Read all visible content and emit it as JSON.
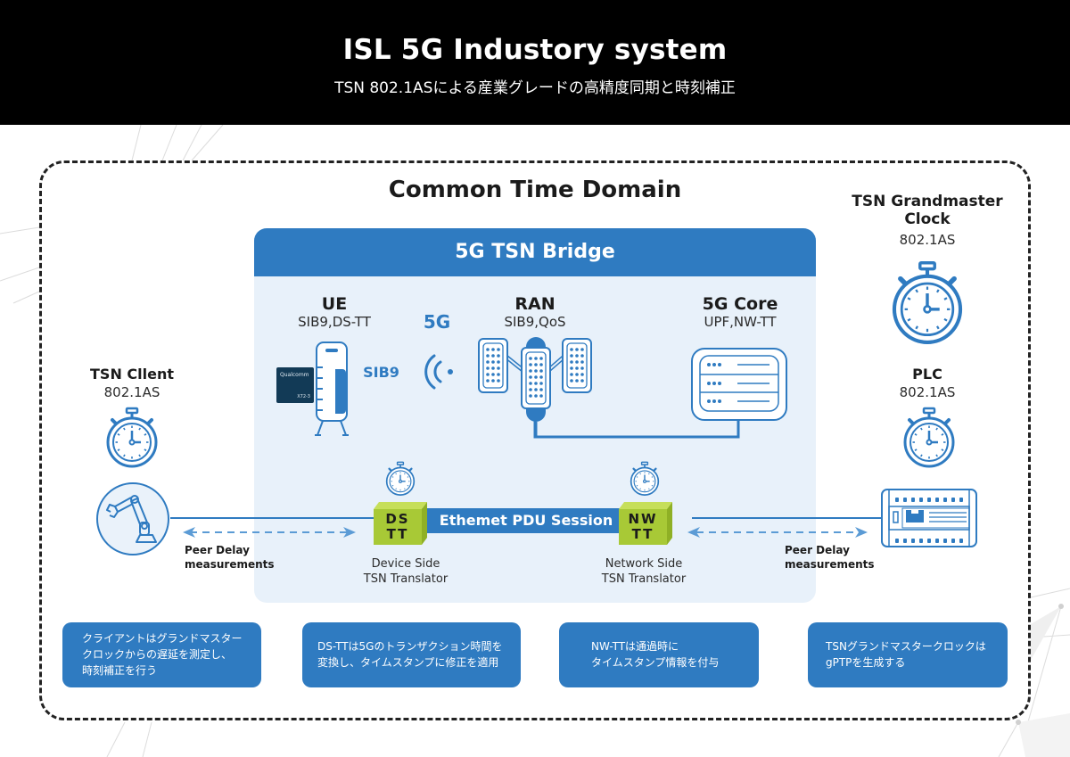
{
  "header": {
    "title": "ISL 5G Industory system",
    "subtitle": "TSN 802.1ASによる産業グレードの高精度同期と時刻補正"
  },
  "diagram": {
    "domain_title": "Common Time Domain",
    "bridge_title": "5G TSN Bridge",
    "ue": {
      "title": "UE",
      "subtitle": "SIB9,DS-TT",
      "chip_brand": "Qualcomm",
      "chip_model": "X72-3",
      "sib_label": "SIB9"
    },
    "radio_label": "5G",
    "ran": {
      "title": "RAN",
      "subtitle": "SIB9,QoS"
    },
    "core": {
      "title": "5G Core",
      "subtitle": "UPF,NW-TT"
    },
    "tsn_client": {
      "title": "TSN Cllent",
      "subtitle": "802.1AS"
    },
    "grandmaster": {
      "title_line1": "TSN Grandmaster",
      "title_line2": "Clock",
      "subtitle": "802.1AS"
    },
    "plc": {
      "title": "PLC",
      "subtitle": "802.1AS"
    },
    "ds_tt": {
      "cube_line1": "DS",
      "cube_line2": "TT",
      "caption_line1": "Device Side",
      "caption_line2": "TSN Translator"
    },
    "nw_tt": {
      "cube_line1": "NW",
      "cube_line2": "TT",
      "caption_line1": "Network Side",
      "caption_line2": "TSN Translator"
    },
    "pdu_session": "Ethemet PDU Session",
    "peer_delay_left": {
      "line1": "Peer Delay",
      "line2": "measurements"
    },
    "peer_delay_right": {
      "line1": "Peer Delay",
      "line2": "measurements"
    }
  },
  "notes": [
    {
      "lines": [
        "クライアントはグランドマスター",
        "クロックからの遅延を測定し、",
        "時刻補正を行う"
      ]
    },
    {
      "lines": [
        "DS-TTは5Gのトランザクション時間を",
        "変換し、タイムスタンプに修正を適用"
      ]
    },
    {
      "lines": [
        "NW-TTは通過時に",
        "タイムスタンプ情報を付与"
      ]
    },
    {
      "lines": [
        "TSNグランドマスタークロックは",
        "gPTPを生成する"
      ]
    }
  ],
  "colors": {
    "accent_blue": "#2f7bc1",
    "bridge_bg": "#e8f1fa",
    "tt_green": "#a8c936",
    "header_bg": "#000000"
  }
}
